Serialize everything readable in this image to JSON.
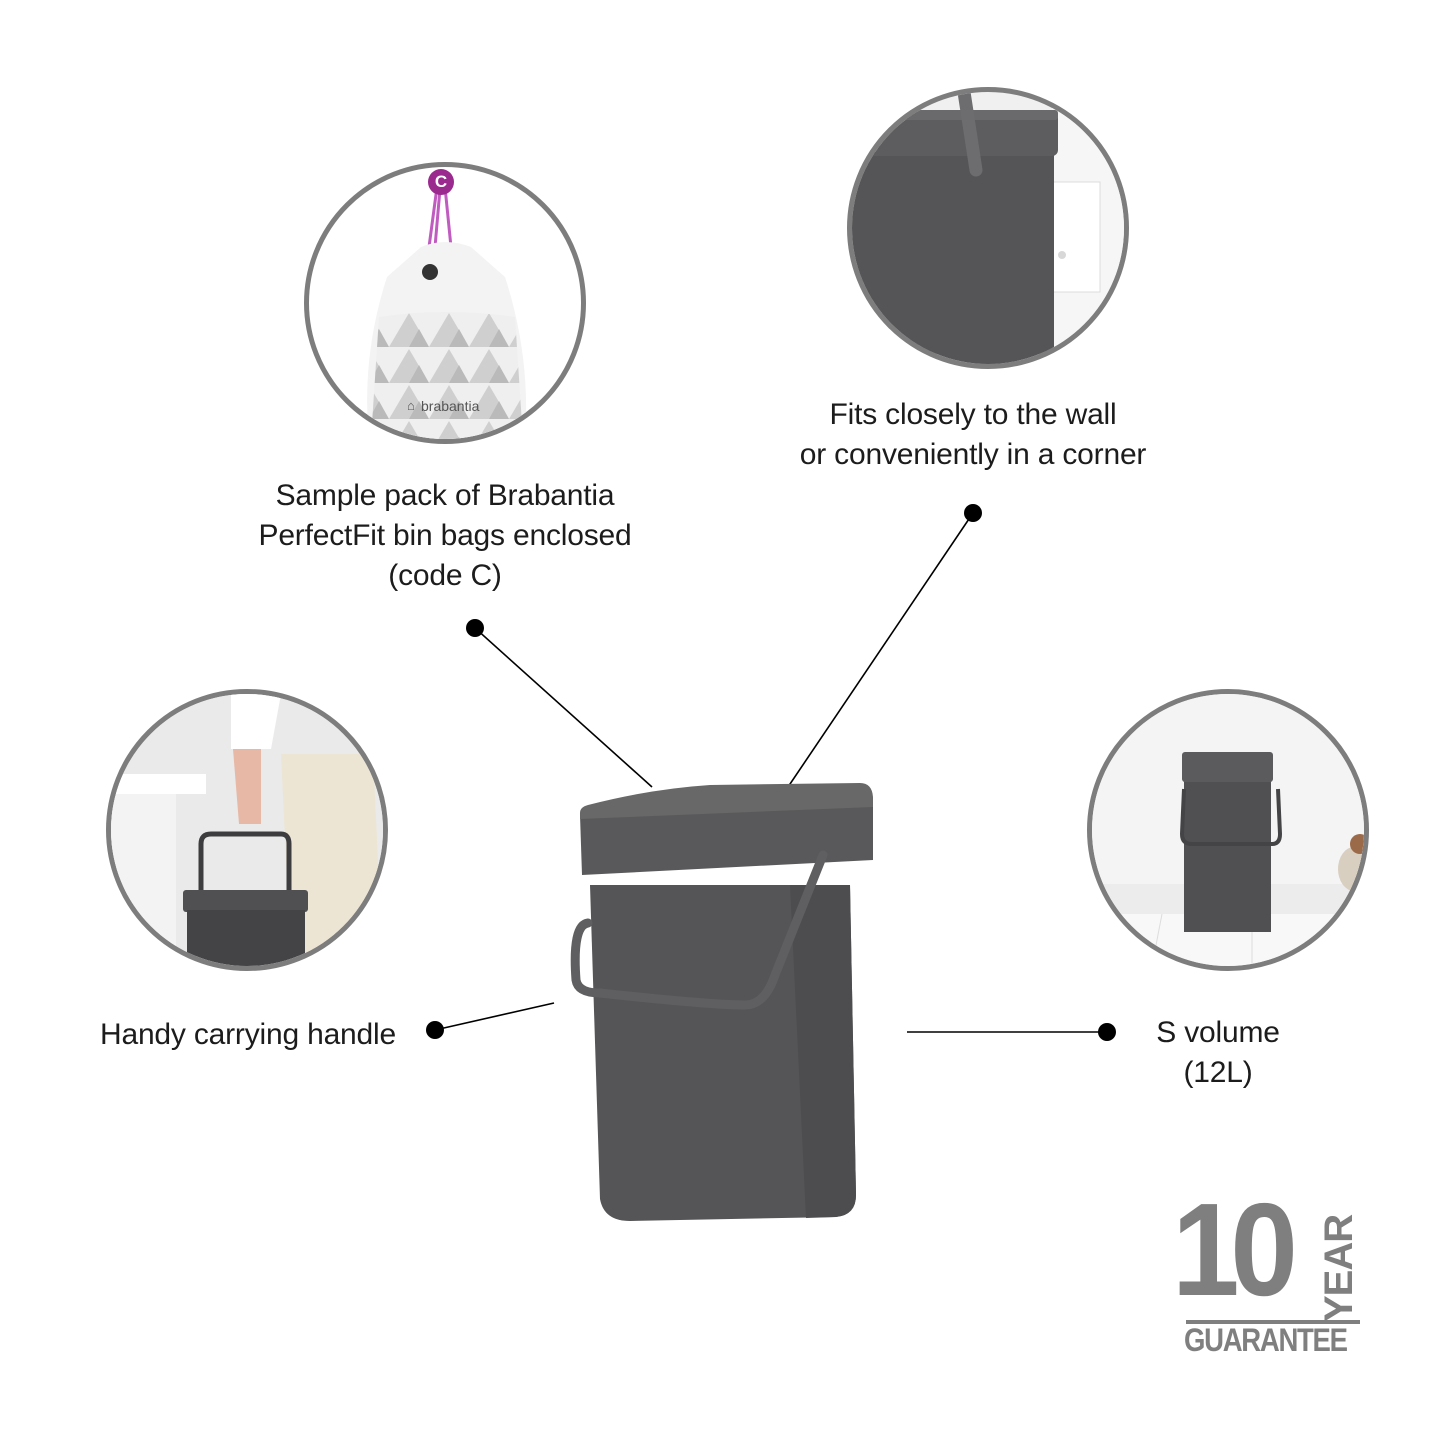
{
  "features": [
    {
      "id": "bin-bags",
      "caption_lines": [
        "Sample pack of Brabantia",
        "PerfectFit bin bags enclosed",
        "(code C)"
      ],
      "image_label": "brabantia",
      "bag_code": "C"
    },
    {
      "id": "wall-fit",
      "caption_lines": [
        "Fits closely to the wall",
        "or conveniently in a corner"
      ]
    },
    {
      "id": "handle",
      "caption_lines": [
        "Handy carrying handle"
      ]
    },
    {
      "id": "volume",
      "caption_lines": [
        "S volume",
        "(12L)"
      ]
    }
  ],
  "guarantee": {
    "number": "10",
    "unit": "YEAR",
    "label": "GUARANTEE"
  },
  "colors": {
    "bin_body": "#555557",
    "bin_lid": "#5e5e60",
    "circle_border": "#7d7d7d",
    "guarantee_gray": "#7f7f7f",
    "bag_code_purple": "#9b2a8f",
    "leader_line": "#000000"
  }
}
